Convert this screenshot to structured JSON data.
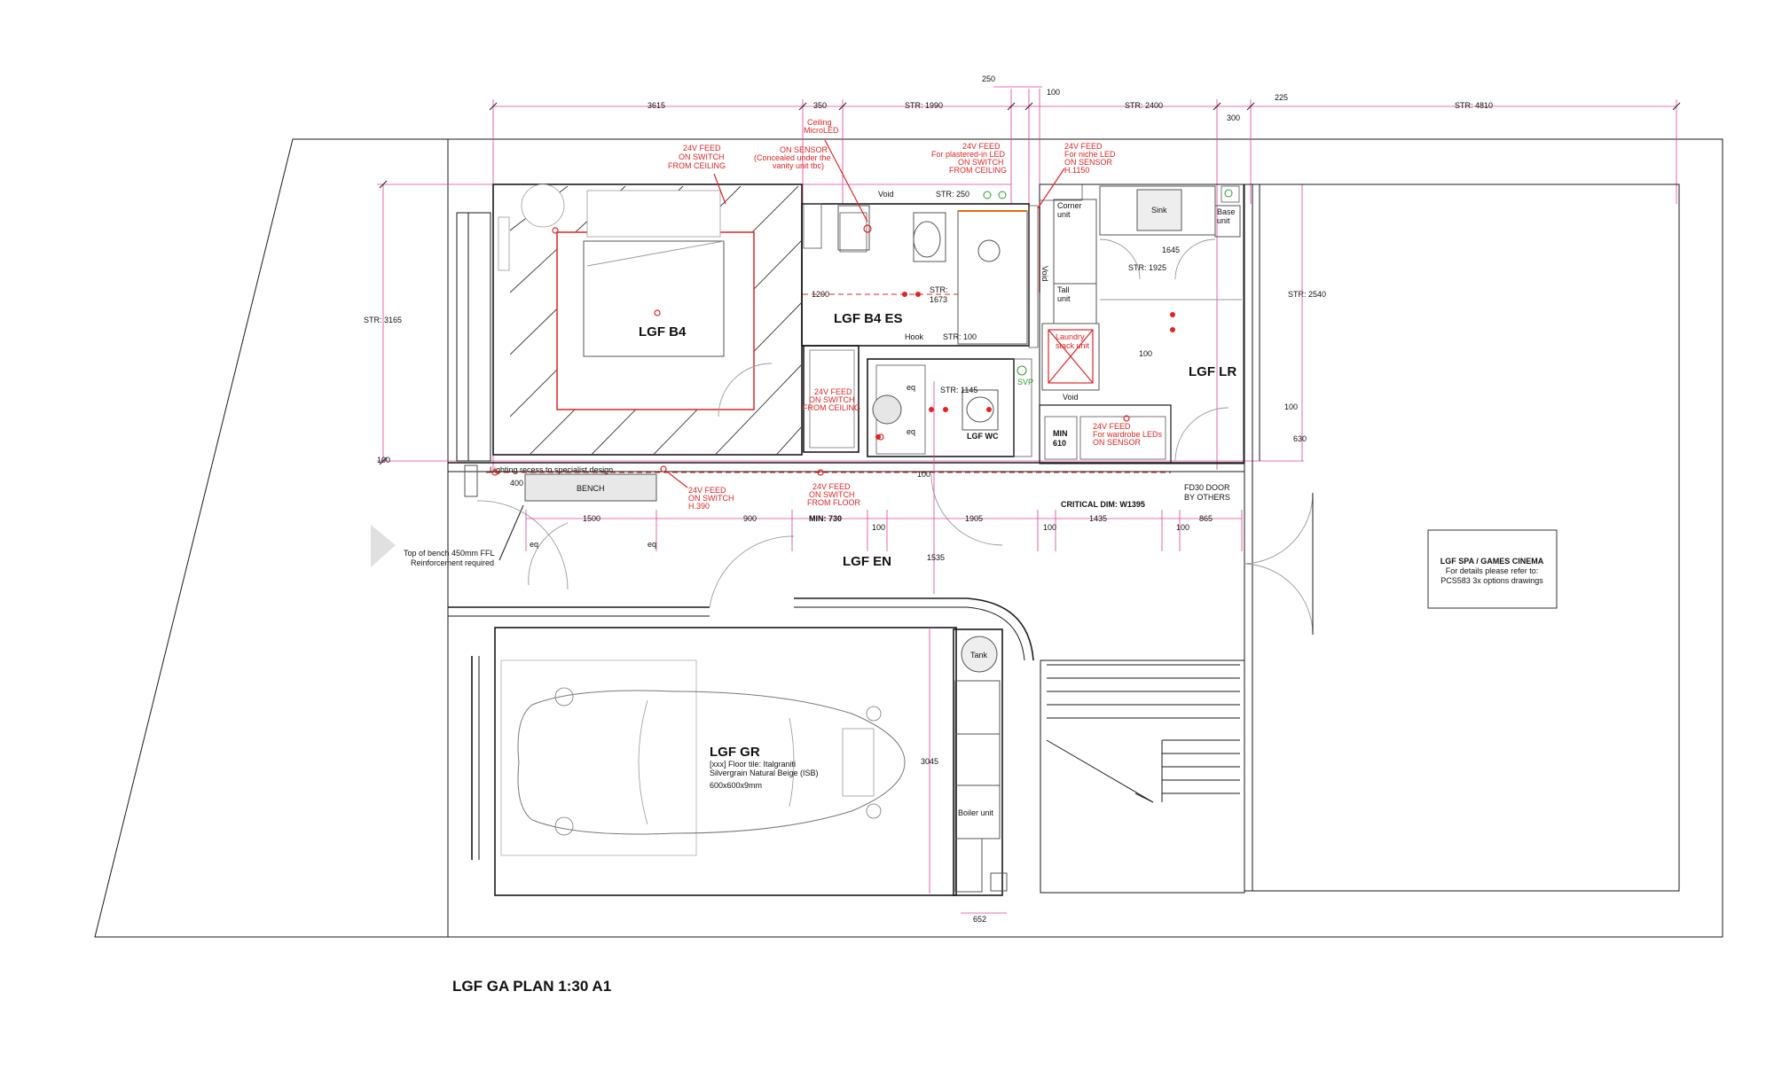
{
  "title": "LGF GA PLAN 1:30 A1",
  "rooms": {
    "b4": "LGF B4",
    "b4es": "LGF B4 ES",
    "lr": "LGF LR",
    "wc": "LGF WC",
    "en": "LGF EN",
    "gr": "LGF GR"
  },
  "spa_note": {
    "line1": "LGF SPA / GAMES CINEMA",
    "line2": "For details please refer to:",
    "line3": "PCS583 3x options drawings"
  },
  "garage_note": {
    "line1": "[xxx] Floor tile: Italgraniti",
    "line2": "Silvergrain Natural Beige (ISB)",
    "line3": "600x600x9mm"
  },
  "dims_top": {
    "d3615": "3615",
    "d350": "350",
    "str1990": "STR: 1990",
    "d250": "250",
    "d100a": "100",
    "str2400": "STR: 2400",
    "d225": "225",
    "d300": "300",
    "str4810": "STR: 4810"
  },
  "dims_inner": {
    "str3165": "STR: 3165",
    "str250": "STR: 250",
    "d1200": "1200",
    "str1673": "STR:\n1673",
    "str1673a": "STR:",
    "str1673b": "1673",
    "str100": "STR: 100",
    "str1925": "STR: 1925",
    "d1645": "1645",
    "str2540": "STR: 2540",
    "d100lr": "100",
    "str1145": "STR: 1145",
    "d100right": "100",
    "d630": "630",
    "d100left": "100",
    "d100mid": "100",
    "d400": "400",
    "d3045": "3045",
    "d652": "652",
    "d1535": "1535",
    "eq1": "eq",
    "eq2": "eq",
    "eq3": "eq",
    "eq4": "eq"
  },
  "dims_bottom": {
    "d1500": "1500",
    "d900": "900",
    "min730": "MIN: 730",
    "d100b1": "100",
    "d1905": "1905",
    "d100b2": "100",
    "d1435": "1435",
    "d100b3": "100",
    "d865": "865",
    "critical": "CRITICAL DIM: W1395"
  },
  "fixtures": {
    "void1": "Void",
    "void2": "Void",
    "void3": "Void",
    "hook": "Hook",
    "sink": "Sink",
    "base_unit_1": "Base",
    "base_unit_2": "unit",
    "corner_1": "Corner",
    "corner_2": "unit",
    "tall_1": "Tall",
    "tall_2": "unit",
    "laundry_1": "Laundry",
    "laundry_2": "stack unit",
    "min610_1": "MIN",
    "min610_2": "610",
    "svp": "SVP",
    "bench": "BENCH",
    "tank": "Tank",
    "boiler": "Boiler unit",
    "fd30_1": "FD30 DOOR",
    "fd30_2": "BY OTHERS",
    "lighting_recess": "Lighting recess to specialist design",
    "bench_note_1": "Top of bench 450mm FFL",
    "bench_note_2": "Reinforcement required"
  },
  "red_notes": {
    "n1": [
      "24V FEED",
      "ON SWITCH",
      "FROM CEILING"
    ],
    "n2": [
      "Ceiling",
      "MicroLED",
      "",
      "ON SENSOR",
      "(Concealed under the",
      "vanity unit tbc)"
    ],
    "n3": [
      "24V FEED",
      "For plastered-in LED",
      "ON SWITCH",
      "FROM CEILING"
    ],
    "n4": [
      "24V FEED",
      "For niche LED",
      "ON SENSOR",
      "H.1150"
    ],
    "n5": [
      "24V FEED",
      "ON SWITCH",
      "FROM CEILING"
    ],
    "n6": [
      "24V FEED",
      "For wardrobe LEDs",
      "ON SENSOR"
    ],
    "n7": [
      "24V FEED",
      "ON SWITCH",
      "H.390"
    ],
    "n8": [
      "24V FEED",
      "ON SWITCH",
      "FROM FLOOR"
    ]
  },
  "colors": {
    "wall": "#1a1a1a",
    "dimension": "#e0409a",
    "electrical": "#e02424",
    "furniture": "#9a9a9a"
  }
}
